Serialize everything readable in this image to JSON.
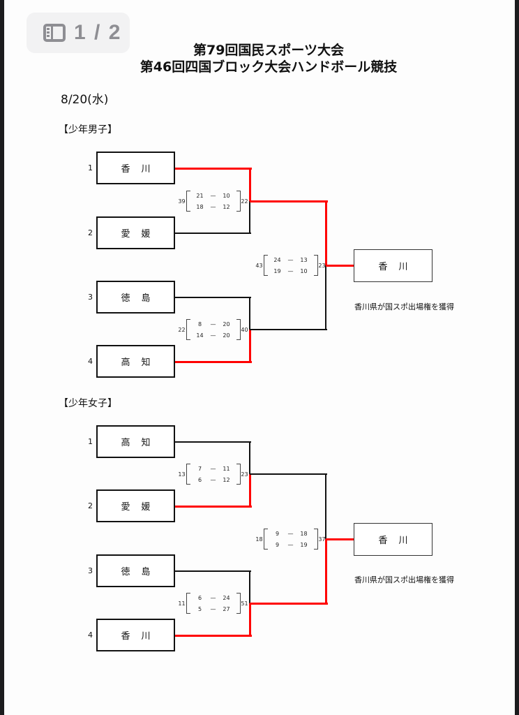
{
  "viewer": {
    "page_indicator": "1 / 2",
    "icon": "sidebar-icon"
  },
  "document": {
    "title_line1": "第79回国民スポーツ大会",
    "title_line2": "第46回四国ブロック大会ハンドボール競技",
    "date": "8/20(水)",
    "dash": "—",
    "brackets": [
      {
        "section": "【少年男子】",
        "teams": [
          {
            "seed": "1",
            "name": "香川"
          },
          {
            "seed": "2",
            "name": "愛媛"
          },
          {
            "seed": "3",
            "name": "徳島"
          },
          {
            "seed": "4",
            "name": "高知"
          }
        ],
        "matches": [
          {
            "round": "semifinal-1",
            "home_total": "39",
            "away_total": "22",
            "halves": [
              {
                "home": "21",
                "away": "10"
              },
              {
                "home": "18",
                "away": "12"
              }
            ],
            "winner": "香川"
          },
          {
            "round": "semifinal-2",
            "home_total": "22",
            "away_total": "40",
            "halves": [
              {
                "home": "8",
                "away": "20"
              },
              {
                "home": "14",
                "away": "20"
              }
            ],
            "winner": "高知"
          },
          {
            "round": "final",
            "home_total": "43",
            "away_total": "23",
            "halves": [
              {
                "home": "24",
                "away": "13"
              },
              {
                "home": "19",
                "away": "10"
              }
            ],
            "winner": "香川"
          }
        ],
        "champion": "香川",
        "note": "香川県が国スポ出場権を獲得"
      },
      {
        "section": "【少年女子】",
        "teams": [
          {
            "seed": "1",
            "name": "高知"
          },
          {
            "seed": "2",
            "name": "愛媛"
          },
          {
            "seed": "3",
            "name": "徳島"
          },
          {
            "seed": "4",
            "name": "香川"
          }
        ],
        "matches": [
          {
            "round": "semifinal-1",
            "home_total": "13",
            "away_total": "23",
            "halves": [
              {
                "home": "7",
                "away": "11"
              },
              {
                "home": "6",
                "away": "12"
              }
            ],
            "winner": "愛媛"
          },
          {
            "round": "semifinal-2",
            "home_total": "11",
            "away_total": "51",
            "halves": [
              {
                "home": "6",
                "away": "24"
              },
              {
                "home": "5",
                "away": "27"
              }
            ],
            "winner": "香川"
          },
          {
            "round": "final",
            "home_total": "18",
            "away_total": "37",
            "halves": [
              {
                "home": "9",
                "away": "18"
              },
              {
                "home": "9",
                "away": "19"
              }
            ],
            "winner": "香川"
          }
        ],
        "champion": "香川",
        "note": "香川県が国スポ出場権を獲得"
      }
    ]
  },
  "colors": {
    "winner_line": "#ff0000",
    "bracket_line": "#111111",
    "badge_text": "#8e8e93"
  }
}
